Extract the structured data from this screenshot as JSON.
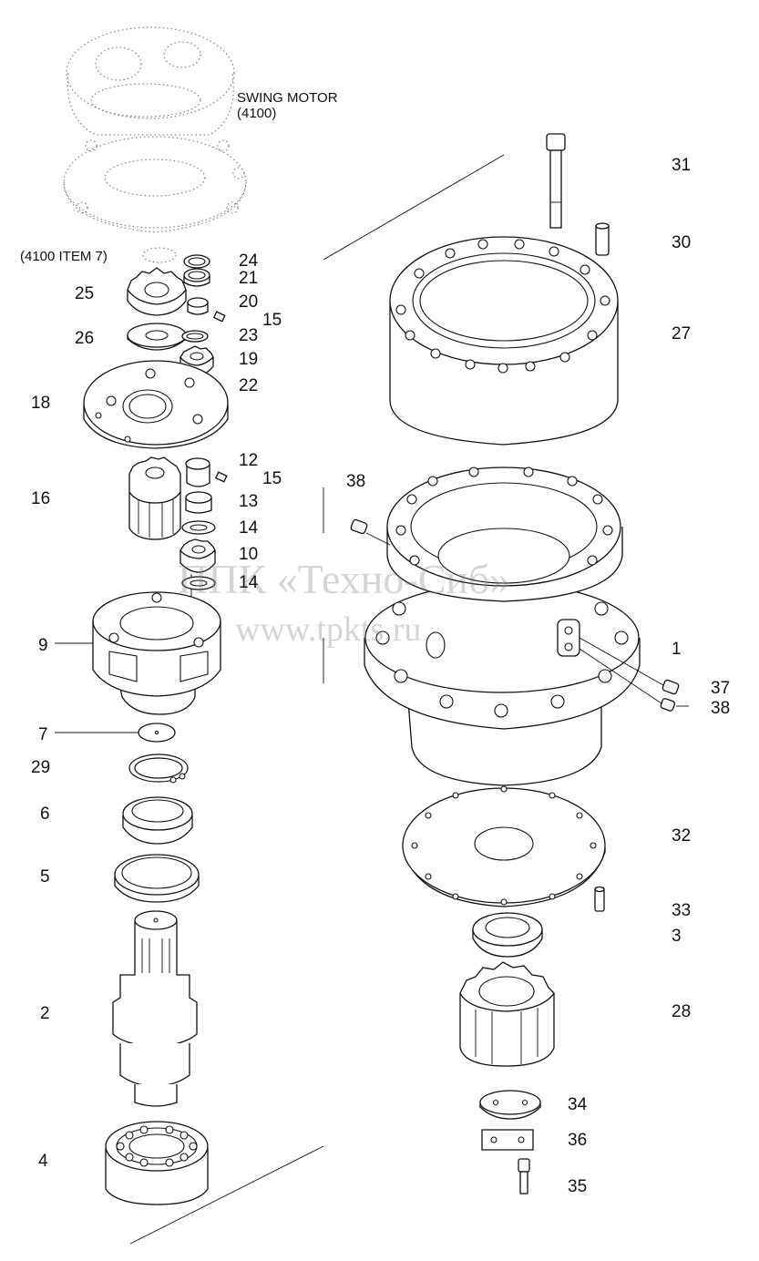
{
  "notes": {
    "motor_title": "SWING MOTOR",
    "motor_code": "(4100)",
    "motor_item": "(4100 ITEM 7)"
  },
  "watermark": {
    "company": "ППК «Техно-Сиб»",
    "url": "www.tpkts.ru"
  },
  "callouts": {
    "c1": "1",
    "c2": "2",
    "c3": "3",
    "c4": "4",
    "c5": "5",
    "c6": "6",
    "c7": "7",
    "c9": "9",
    "c10": "10",
    "c12": "12",
    "c13": "13",
    "c14a": "14",
    "c14b": "14",
    "c15a": "15",
    "c15b": "15",
    "c16": "16",
    "c18": "18",
    "c19": "19",
    "c20": "20",
    "c21": "21",
    "c22": "22",
    "c23": "23",
    "c24": "24",
    "c25": "25",
    "c26": "26",
    "c27": "27",
    "c28": "28",
    "c29": "29",
    "c30": "30",
    "c31": "31",
    "c32": "32",
    "c33": "33",
    "c34": "34",
    "c35": "35",
    "c36": "36",
    "c37": "37",
    "c38a": "38",
    "c38b": "38"
  }
}
